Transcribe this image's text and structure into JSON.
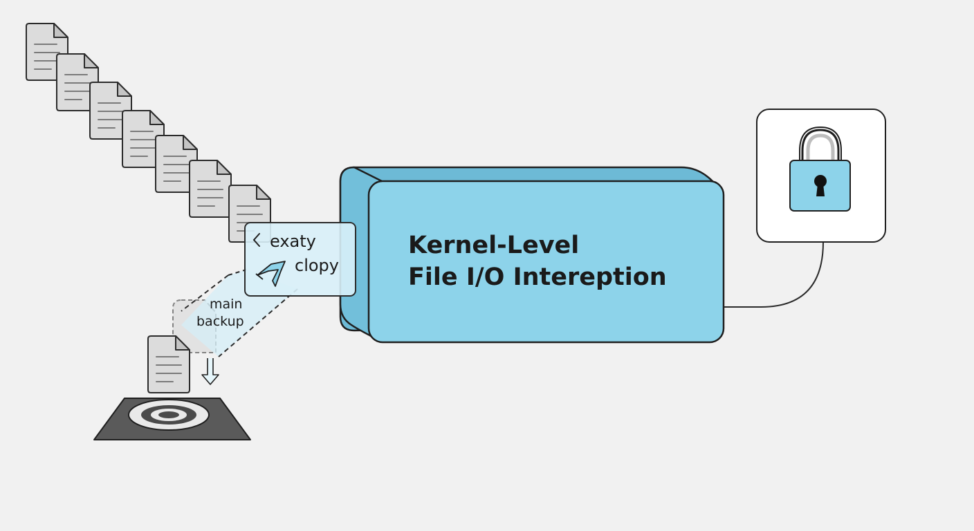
{
  "kernel_box": {
    "title_line1": "Kernel-Level",
    "title_line2": "File I/O Intereption",
    "color": "#8dd3ea"
  },
  "intercept_card": {
    "line1": "exaty",
    "line2": "clopy"
  },
  "backup_label": {
    "line1": "main",
    "line2": "backup"
  },
  "icons": {
    "files": "document-icon",
    "lock": "padlock-icon",
    "storage": "disk-platter-icon",
    "arrow": "down-arrow-icon"
  },
  "colors": {
    "background": "#f1f1f1",
    "accent_blue": "#8dd3ea",
    "document_gray": "#dcdcdc",
    "storage_dark": "#5a5a5a"
  }
}
